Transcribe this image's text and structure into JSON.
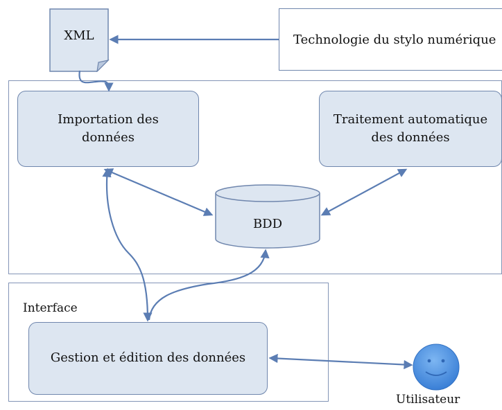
{
  "diagram": {
    "xml_doc": {
      "label": "XML"
    },
    "pen_tech": {
      "label": "Technologie du stylo numérique"
    },
    "import": {
      "label_line1": "Importation des",
      "label_line2": "données"
    },
    "auto": {
      "label_line1": "Traitement automatique",
      "label_line2": "des données"
    },
    "database": {
      "label": "BDD"
    },
    "interface": {
      "label": "Interface"
    },
    "manage": {
      "label": "Gestion et édition des données"
    },
    "user": {
      "label": "Utilisateur"
    }
  },
  "colors": {
    "box_fill": "#dde6f1",
    "box_stroke": "#6f86ad",
    "arrow": "#5b7db3",
    "user_fill": "#4a8fe0"
  }
}
